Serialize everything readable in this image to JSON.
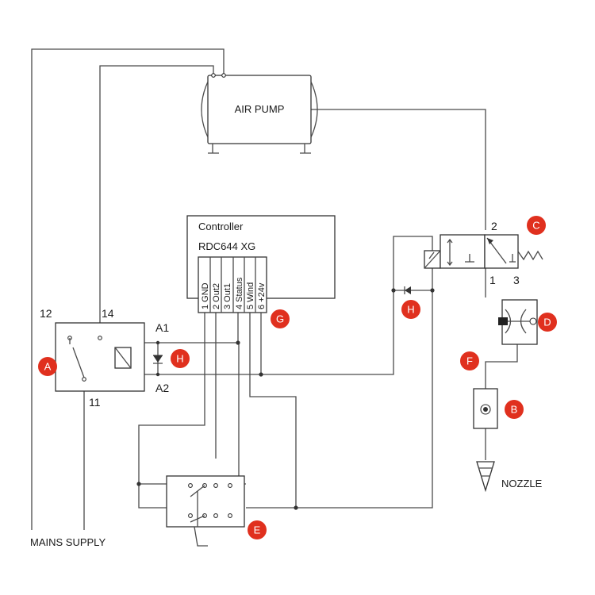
{
  "air_pump": {
    "label": "AIR PUMP"
  },
  "controller": {
    "title": "Controller",
    "model": "RDC644 XG",
    "terminals": [
      {
        "num": "1",
        "name": "GND"
      },
      {
        "num": "2",
        "name": "Out2"
      },
      {
        "num": "3",
        "name": "Out1"
      },
      {
        "num": "4",
        "name": "Status"
      },
      {
        "num": "5",
        "name": "Wind"
      },
      {
        "num": "6",
        "name": "+24v"
      }
    ]
  },
  "relay": {
    "pin12": "12",
    "pin14": "14",
    "pin11": "11",
    "coil_a1": "A1",
    "coil_a2": "A2"
  },
  "valve": {
    "port2": "2",
    "port1": "1",
    "port3": "3"
  },
  "labels": {
    "mains_supply": "MAINS SUPPLY",
    "nozzle": "NOZZLE"
  },
  "badges": {
    "a": "A",
    "b": "B",
    "c": "C",
    "d": "D",
    "e": "E",
    "f": "F",
    "g": "G",
    "h1": "H",
    "h2": "H"
  },
  "colors": {
    "badge": "#e0301e",
    "line": "#4a4a4a"
  }
}
